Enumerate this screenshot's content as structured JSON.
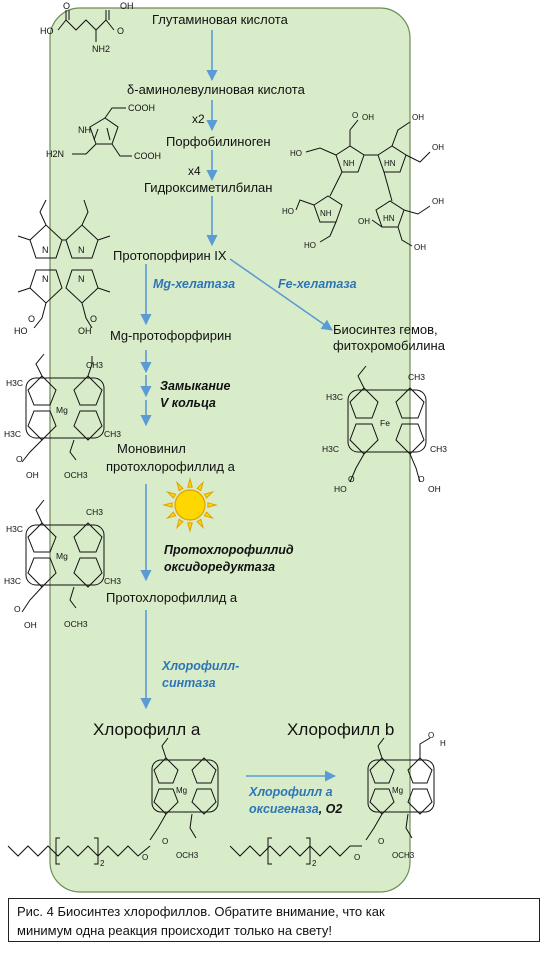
{
  "steps": {
    "glutamate": "Глутаминовая кислота",
    "ala": "δ-аминолевулиновая кислота",
    "x2": "x2",
    "pbg": "Порфобилиноген",
    "x4": "x4",
    "hmb": "Гидроксиметилбилан",
    "proto": "Протопорфирин IX",
    "mgproto": "Mg-протофорфирин",
    "mvpchlide1": "Моновинил",
    "mvpchlide2": "протохлорофиллид a",
    "pchlide": "Протохлорофиллид a",
    "hemes1": "Биосинтез гемов,",
    "hemes2": "фитохромобилина",
    "chla": "Хлорофилл a",
    "chlb": "Хлорофилл b"
  },
  "enzymes": {
    "mgchel": "Mg-хелатаза",
    "fechel": "Fe-хелатаза",
    "ring1": "Замыкание",
    "ring2": "V кольца",
    "por1": "Протохлорофиллид",
    "por2": "оксидоредуктаза",
    "chlsyn1": "Хлорофилл-",
    "chlsyn2": "синтаза",
    "cao1": "Хлорофилл   a",
    "cao2": "оксигеназа",
    "cao3": ", O2"
  },
  "atoms": {
    "oh": "OH",
    "ho": "HO",
    "o": "O",
    "nh2": "NH2",
    "h2n": "H2N",
    "nh": "NH",
    "hn": "HN",
    "cooh": "COOH",
    "n": "N",
    "mg": "Mg",
    "fe": "Fe",
    "ch3": "CH3",
    "h3c": "H3C",
    "och3": "OCH3",
    "h": "H",
    "sub2": "2"
  },
  "caption": {
    "line1": "Рис. 4 Биосинтез хлорофиллов. Обратите внимание, что как",
    "line2": "минимум одна реакция происходит только на свету!"
  },
  "colors": {
    "panel": "#d9ecc9",
    "panel_border": "#6d8d55",
    "arrow": "#5b9bd5",
    "enzyme_blue": "#2e75b6",
    "sun": "#ffd700",
    "sun_stroke": "#e0a000"
  }
}
